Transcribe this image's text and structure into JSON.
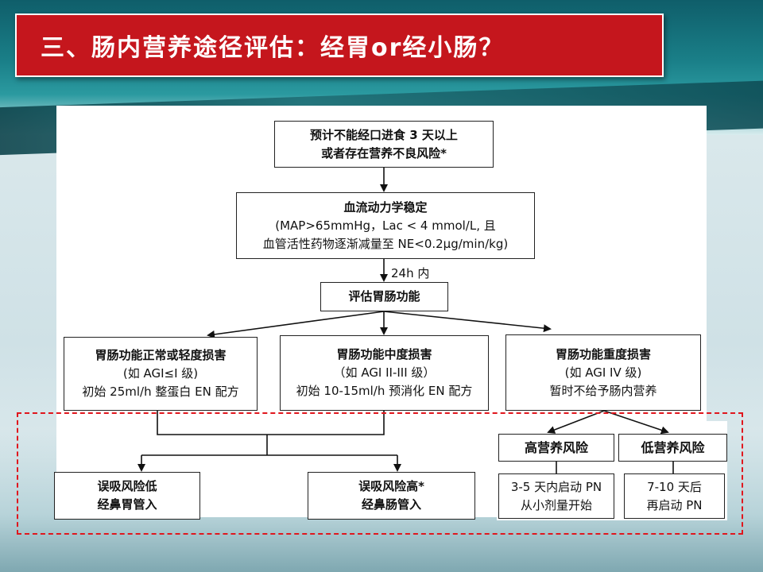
{
  "title": "三、肠内营养途径评估：经胃or经小肠？",
  "flow": {
    "start": {
      "line1": "预计不能经口进食 3 天以上",
      "line2": "或者存在营养不良风险*"
    },
    "hemo": {
      "line1": "血流动力学稳定",
      "line2": "(MAP>65mmHg，Lac < 4 mmol/L, 且",
      "line3": "血管活性药物逐渐减量至 NE<0.2μg/min/kg)"
    },
    "time_label": "24h 内",
    "assess": "评估胃肠功能",
    "mild": {
      "line1": "胃肠功能正常或轻度损害",
      "line2": "(如 AGI≤I 级)",
      "line3": "初始 25ml/h 整蛋白 EN 配方"
    },
    "moderate": {
      "line1": "胃肠功能中度损害",
      "line2": "（如 AGI II-III 级）",
      "line3": "初始 10-15ml/h 预消化 EN 配方"
    },
    "severe": {
      "line1": "胃肠功能重度损害",
      "line2": "(如 AGI IV 级)",
      "line3": "暂时不给予肠内营养"
    },
    "low_aspiration": {
      "line1": "误吸风险低",
      "line2": "经鼻胃管入"
    },
    "high_aspiration": {
      "line1": "误吸风险高*",
      "line2": "经鼻肠管入"
    },
    "high_nutri": "高营养风险",
    "low_nutri": "低营养风险",
    "pn_early": {
      "line1": "3-5 天内启动 PN",
      "line2": "从小剂量开始"
    },
    "pn_late": {
      "line1": "7-10 天后",
      "line2": "再启动 PN"
    }
  },
  "colors": {
    "title_bg": "#c5161d",
    "dashed_border": "#e0161d"
  }
}
